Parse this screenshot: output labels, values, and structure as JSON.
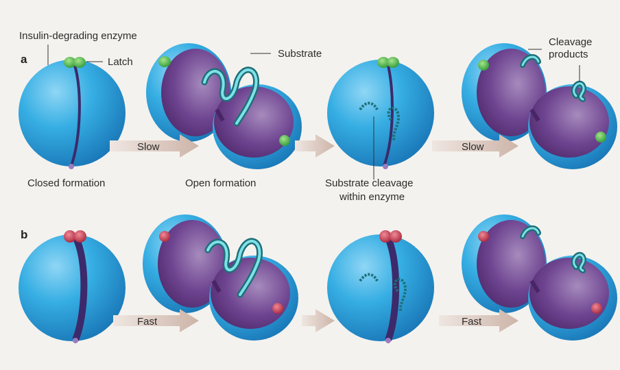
{
  "labels": {
    "enzyme": "Insulin-degrading enzyme",
    "latch": "Latch",
    "substrate": "Substrate",
    "cleavage_products": [
      "Cleavage",
      "products"
    ],
    "closed_formation": "Closed formation",
    "open_formation": "Open formation",
    "substrate_cleavage": [
      "Substrate cleavage",
      "within enzyme"
    ]
  },
  "panels": {
    "a": "a",
    "b": "b"
  },
  "arrows": {
    "row_a": [
      "Slow",
      "",
      "Slow"
    ],
    "row_b": [
      "Fast",
      "",
      "Fast"
    ]
  },
  "colors": {
    "background": "#f4f2ee",
    "sphere_blue": "#2aa3dc",
    "interior_purple": "#6b3f86",
    "substrate_teal": "#3fb9c4",
    "latch_green": "#4cb84a",
    "latch_red": "#c8374a",
    "arrow_fill": "#d9c6bc"
  }
}
